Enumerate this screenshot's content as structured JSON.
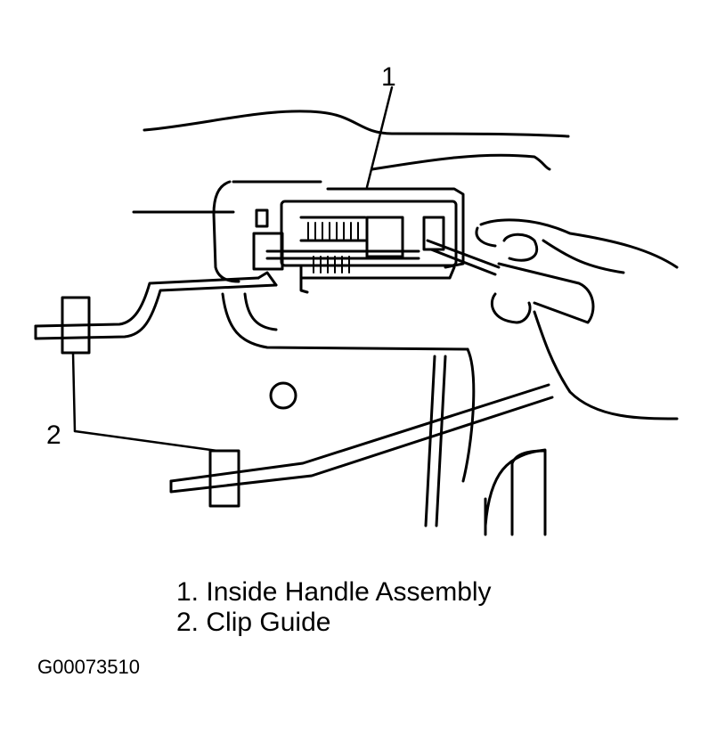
{
  "callouts": {
    "c1": "1",
    "c2": "2"
  },
  "legend": [
    {
      "number": "1.",
      "text": "Inside Handle Assembly"
    },
    {
      "number": "2.",
      "text": "Clip Guide"
    }
  ],
  "figure_id": "G00073510"
}
